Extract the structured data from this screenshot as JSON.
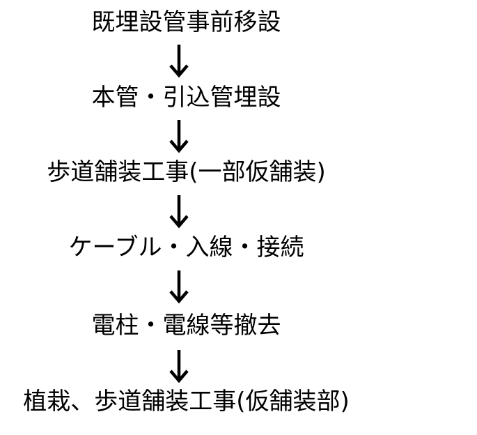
{
  "steps": [
    {
      "label": "既埋設管事前移設"
    },
    {
      "label": "本管・引込管埋設"
    },
    {
      "label": "歩道舗装工事(一部仮舗装)"
    },
    {
      "label": "ケーブル・入線・接続"
    },
    {
      "label": "電柱・電線等撤去"
    },
    {
      "label": "植栽、歩道舗装工事(仮舗装部)"
    }
  ],
  "arrow_icon": "down-arrow-icon",
  "colors": {
    "text": "#000000",
    "arrow": "#000000",
    "background": "#ffffff"
  }
}
